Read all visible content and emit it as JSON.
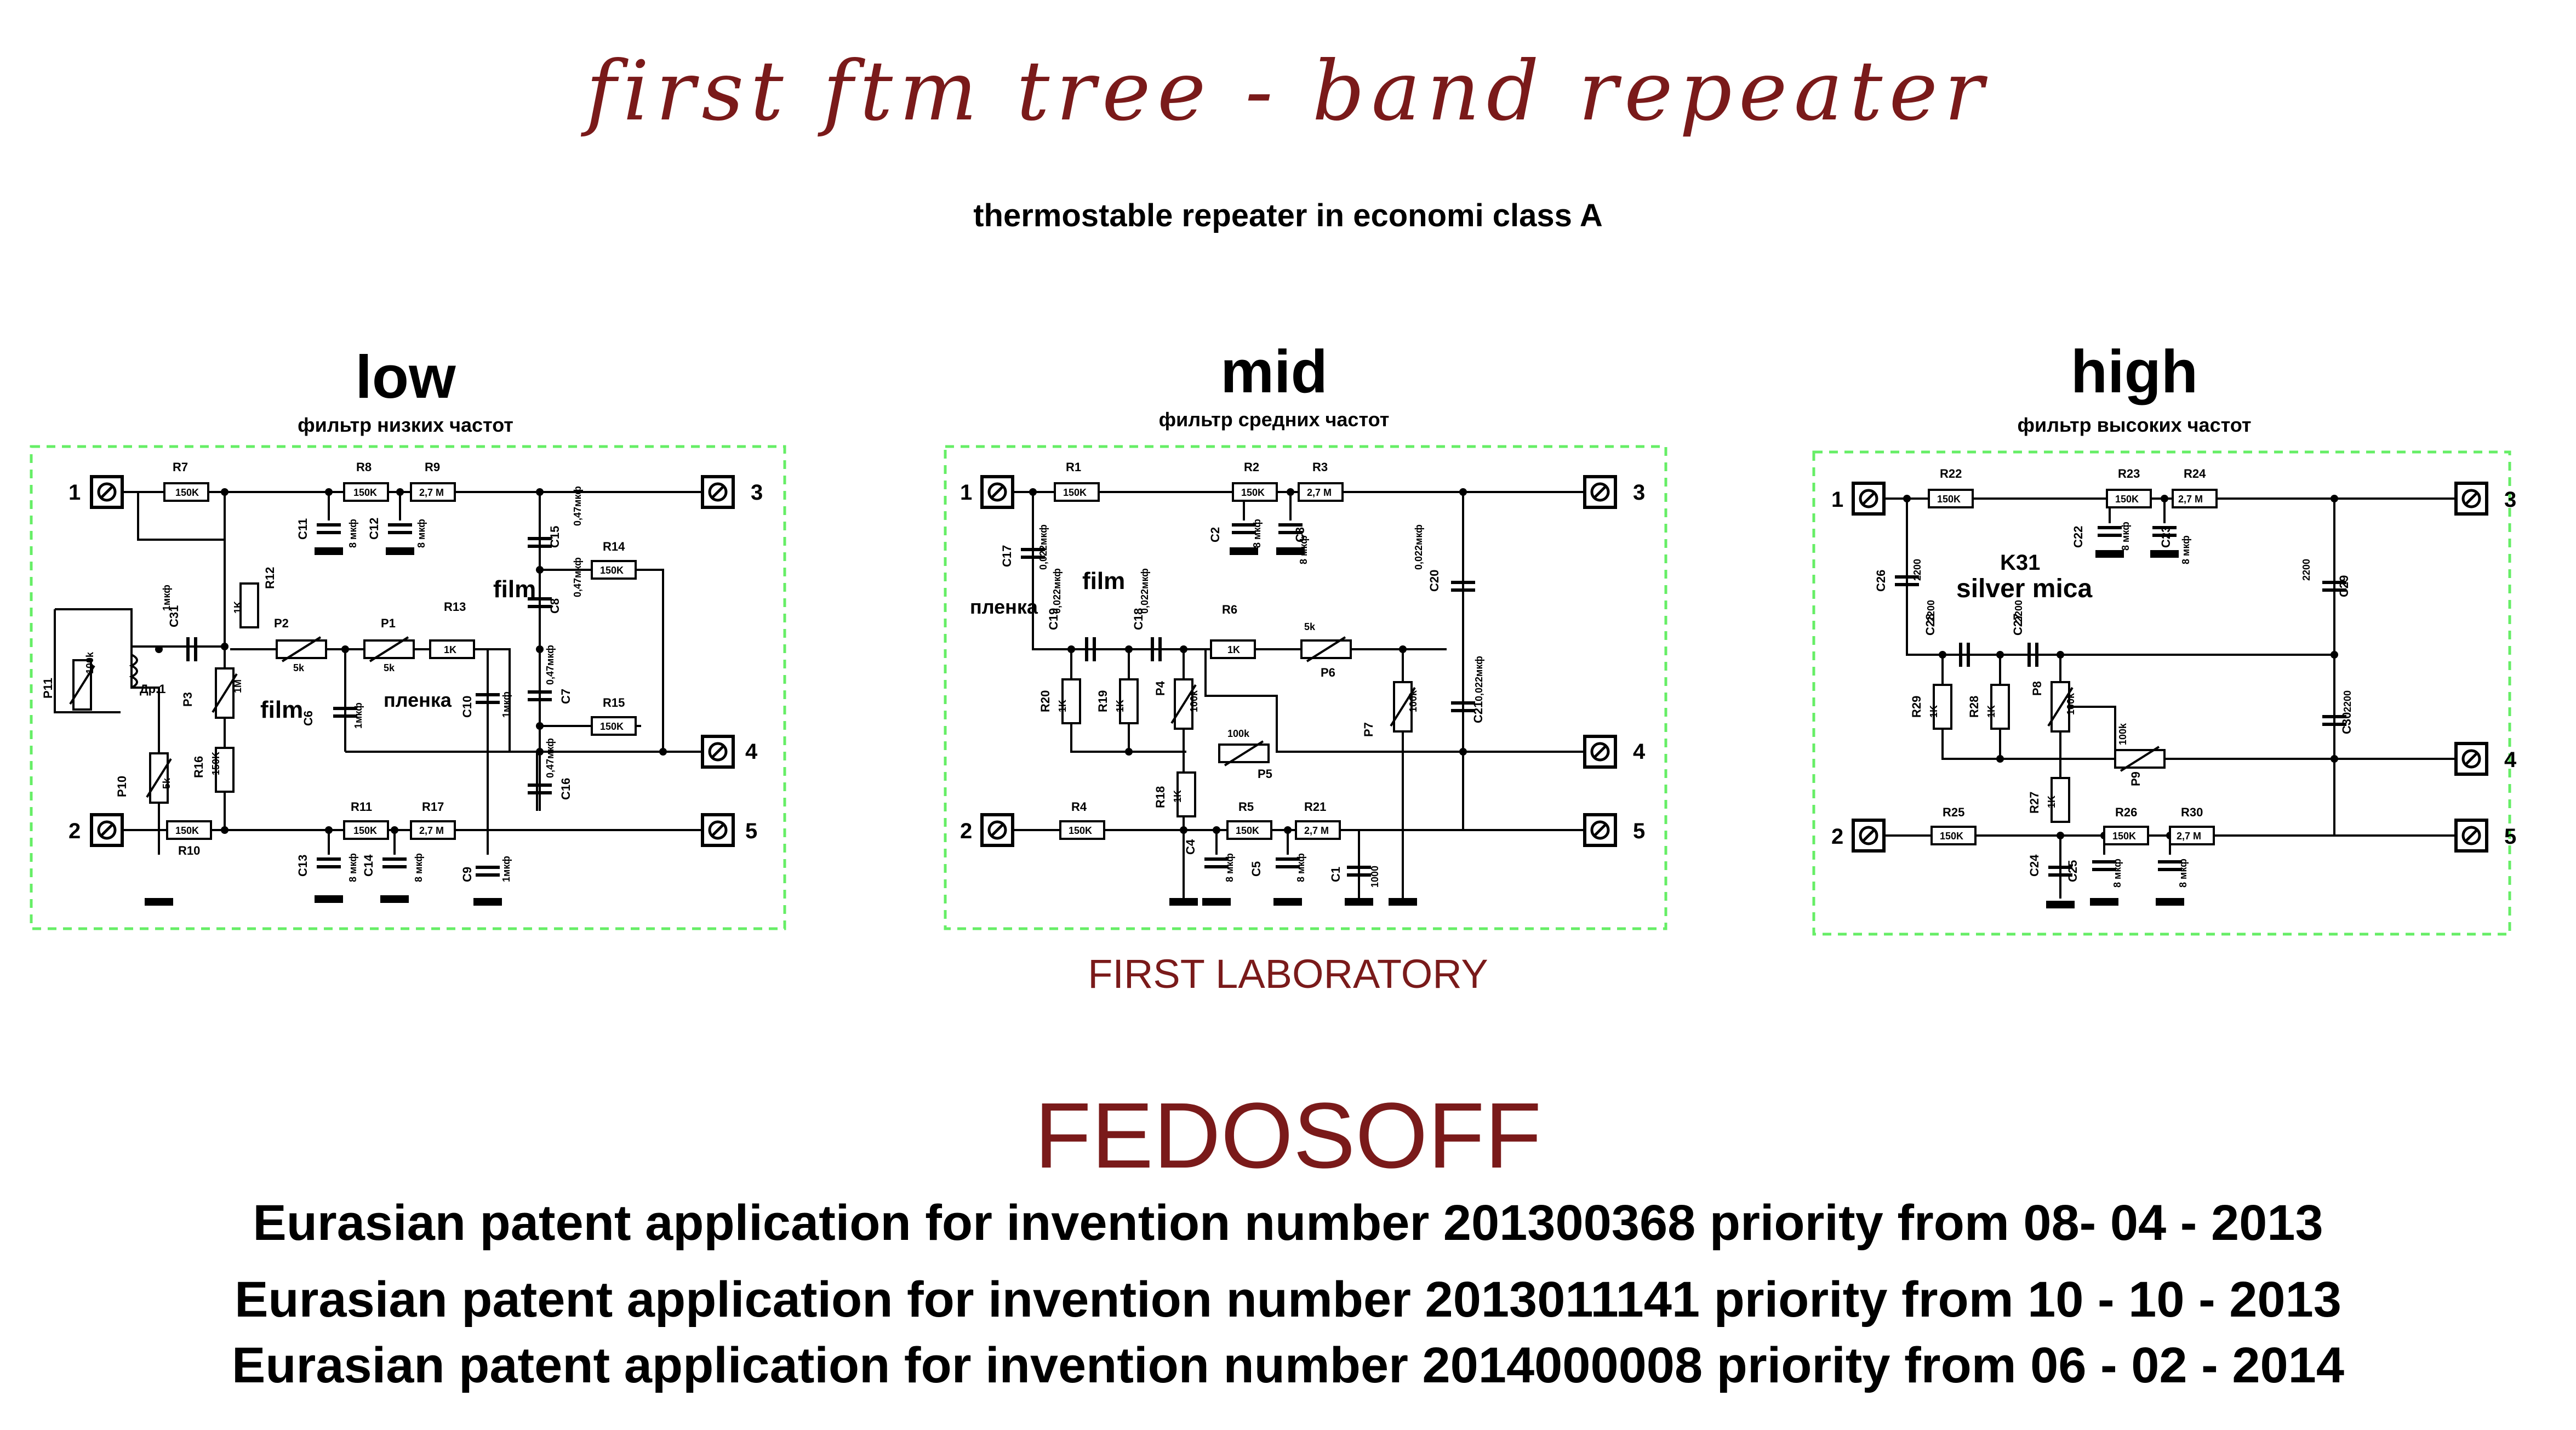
{
  "header": {
    "title": "first ftm tree - band repeater",
    "subtitle": "thermostable repeater in economi class A"
  },
  "sections": [
    {
      "title": "low",
      "subtitle": "фильтр низких частот",
      "labels": {
        "film": "film",
        "film2": "film",
        "plenka": "пленка",
        "r7": "R7",
        "r8": "R8",
        "r9": "R9",
        "r10": "R10",
        "r11": "R11",
        "r12": "R12",
        "r13": "R13",
        "r14": "R14",
        "r15": "R15",
        "r16": "R16",
        "r17": "R17",
        "p1": "P1",
        "p2": "P2",
        "p3": "P3",
        "p10": "P10",
        "p11": "P11",
        "c6": "C6",
        "c7": "C7",
        "c8": "C8",
        "c9": "C9",
        "c10": "C10",
        "c11": "C11",
        "c12": "C12",
        "c13": "C13",
        "c14": "C14",
        "c15": "C15",
        "c16": "C16",
        "c31": "C31",
        "dr1": "Др.1",
        "v150k": "150K",
        "v27m": "2,7 M",
        "v1k": "1K",
        "v5k": "5k",
        "v1m": "1M",
        "v100k": "100k",
        "v8mkf": "8 мкф",
        "v1mkf": "1мкф",
        "v047": "0,47мкф"
      }
    },
    {
      "title": "mid",
      "subtitle": "фильтр  средних частот",
      "labels": {
        "film": "film",
        "plenka": "пленка",
        "r1": "R1",
        "r2": "R2",
        "r3": "R3",
        "r4": "R4",
        "r5": "R5",
        "r6": "R6",
        "r18": "R18",
        "r19": "R19",
        "r20": "R20",
        "r21": "R21",
        "p4": "P4",
        "p5": "P5",
        "p6": "P6",
        "p7": "P7",
        "c1": "C1",
        "c2": "C2",
        "c3": "C3",
        "c4": "C4",
        "c5": "C5",
        "c17": "C17",
        "c18": "C18",
        "c19": "C19",
        "c20": "C20",
        "c21": "C21",
        "v150k": "150K",
        "v27m": "2,7 M",
        "v1k": "1K",
        "v5k": "5k",
        "v100k": "100k",
        "v8mkf": "8 мкф",
        "v0022": "0,022мкф",
        "v1000": "1000"
      }
    },
    {
      "title": "high",
      "subtitle": "фильтр высоких частот",
      "labels": {
        "k31": "K31",
        "mica": "silver mica",
        "r22": "R22",
        "r23": "R23",
        "r24": "R24",
        "r25": "R25",
        "r26": "R26",
        "r27": "R27",
        "r28": "R28",
        "r29": "R29",
        "r30": "R30",
        "p8": "P8",
        "p9": "P9",
        "c22": "C22",
        "c23": "C23",
        "c24": "C24",
        "c25": "C25",
        "c26": "C26",
        "c27": "C27",
        "c28": "C28",
        "c29": "C29",
        "c30": "C30",
        "v150k": "150K",
        "v27m": "2,7 M",
        "v1k": "1K",
        "v100k": "100k",
        "v8mkf": "8 мкф",
        "v2200": "2200"
      }
    }
  ],
  "terminals": [
    "1",
    "2",
    "3",
    "4",
    "5"
  ],
  "footer": {
    "lab": "FIRST LABORATORY",
    "author": "FEDOSOFF",
    "patents": [
      "Eurasian patent application for invention number 201300368 priority from 08- 04 - 2013",
      "Eurasian patent application for invention number 2013011141 priority from 10 - 10 - 2013",
      "Eurasian patent application for invention number 2014000008 priority from 06 - 02 - 2014"
    ]
  },
  "colors": {
    "title": "#7a1a1a",
    "border": "#66ee66",
    "wire": "#000000"
  }
}
